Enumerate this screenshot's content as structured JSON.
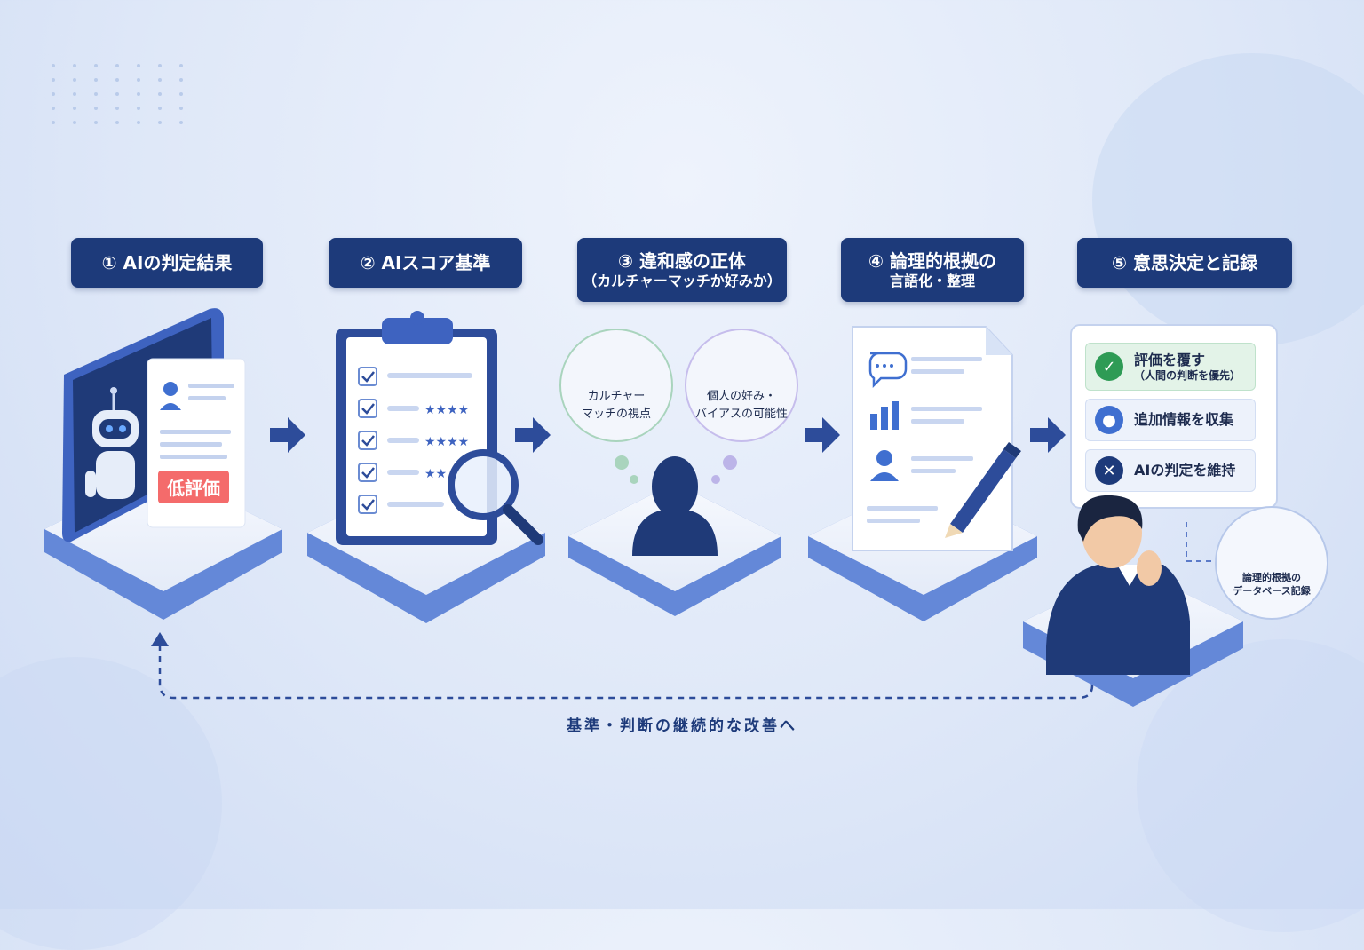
{
  "steps": [
    {
      "title": "① AIの判定結果",
      "badge": "低評価"
    },
    {
      "title": "② AIスコア基準"
    },
    {
      "title": "③ 違和感の正体",
      "subtitle": "（カルチャーマッチか好みか）",
      "bubble_left": {
        "line1": "カルチャー",
        "line2": "マッチの視点"
      },
      "bubble_right": {
        "line1": "個人の好み・",
        "line2": "バイアスの可能性"
      }
    },
    {
      "title": "④ 論理的根拠の",
      "subtitle": "言語化・整理"
    },
    {
      "title": "⑤ 意思決定と記録",
      "options": [
        {
          "label": "評価を覆す",
          "note": "（人間の判断を優先）",
          "icon": "check-icon",
          "color": "#2e9b55"
        },
        {
          "label": "追加情報を収集",
          "icon": "user-icon",
          "color": "#3f6fd0"
        },
        {
          "label": "AIの判定を維持",
          "icon": "x-icon",
          "color": "#1d3a7a"
        }
      ],
      "database": {
        "line1": "論理的根拠の",
        "line2": "データベース記録"
      }
    }
  ],
  "feedback": "基準・判断の継続的な改善へ",
  "colors": {
    "navy": "#1d3a7a",
    "accent": "#3f6fd0",
    "danger": "#f46b6b",
    "success": "#2e9b55"
  }
}
